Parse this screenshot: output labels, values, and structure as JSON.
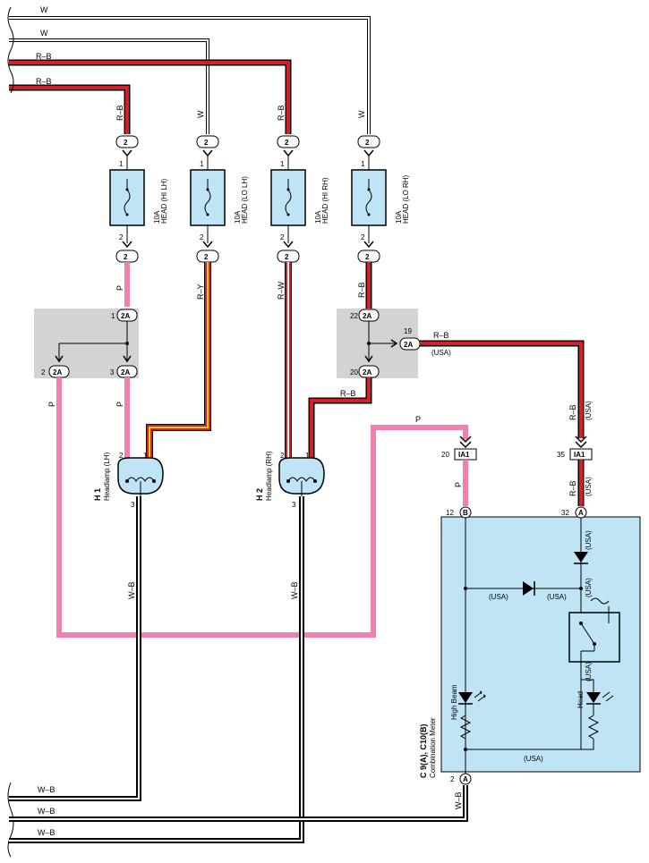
{
  "colors": {
    "red_wire": "#d61f26",
    "pink_wire": "#f080b0",
    "yellow_stripe": "#f0d020",
    "junction_box": "#d3d3d3",
    "component_fill": "#bfe4f5",
    "wire_outline": "#000000"
  },
  "wires_left": {
    "w1": "W",
    "w2": "W",
    "rb1": "R–B",
    "rb2": "R–B",
    "wb1": "W–B",
    "wb2": "W–B",
    "wb3": "W–B"
  },
  "fuses": [
    {
      "label_a": "10A",
      "label_b": "HEAD (HI LH)",
      "top_wire": "R–B",
      "bottom_wire": "P"
    },
    {
      "label_a": "10A",
      "label_b": "HEAD (LO LH)",
      "top_wire": "W",
      "bottom_wire": "R–Y"
    },
    {
      "label_a": "10A",
      "label_b": "HEAD (HI RH)",
      "top_wire": "R–B",
      "bottom_wire": "R–W"
    },
    {
      "label_a": "10A",
      "label_b": "HEAD (LO RH)",
      "top_wire": "W",
      "bottom_wire": "R–B"
    }
  ],
  "connectors": {
    "c2": "2",
    "c2a": "2A",
    "ia1": "IA1",
    "a": "A",
    "b": "B"
  },
  "pins": {
    "p1": "1",
    "p2": "2",
    "p3": "3",
    "p19": "19",
    "p20": "20",
    "p22": "22",
    "p35": "35",
    "p12": "12",
    "p32": "32"
  },
  "wire_labels": {
    "p": "P",
    "rb": "R–B",
    "wb": "W–B",
    "usa": "(USA)"
  },
  "components": {
    "h1_code": "H 1",
    "h1_name": "Headlamp (LH)",
    "h2_code": "H 2",
    "h2_name": "Headlamp (RH)",
    "meter_code": "C 9(A), C10(B)",
    "meter_name": "Combination Meter",
    "high_beam": "High Beam",
    "head": "Head"
  }
}
